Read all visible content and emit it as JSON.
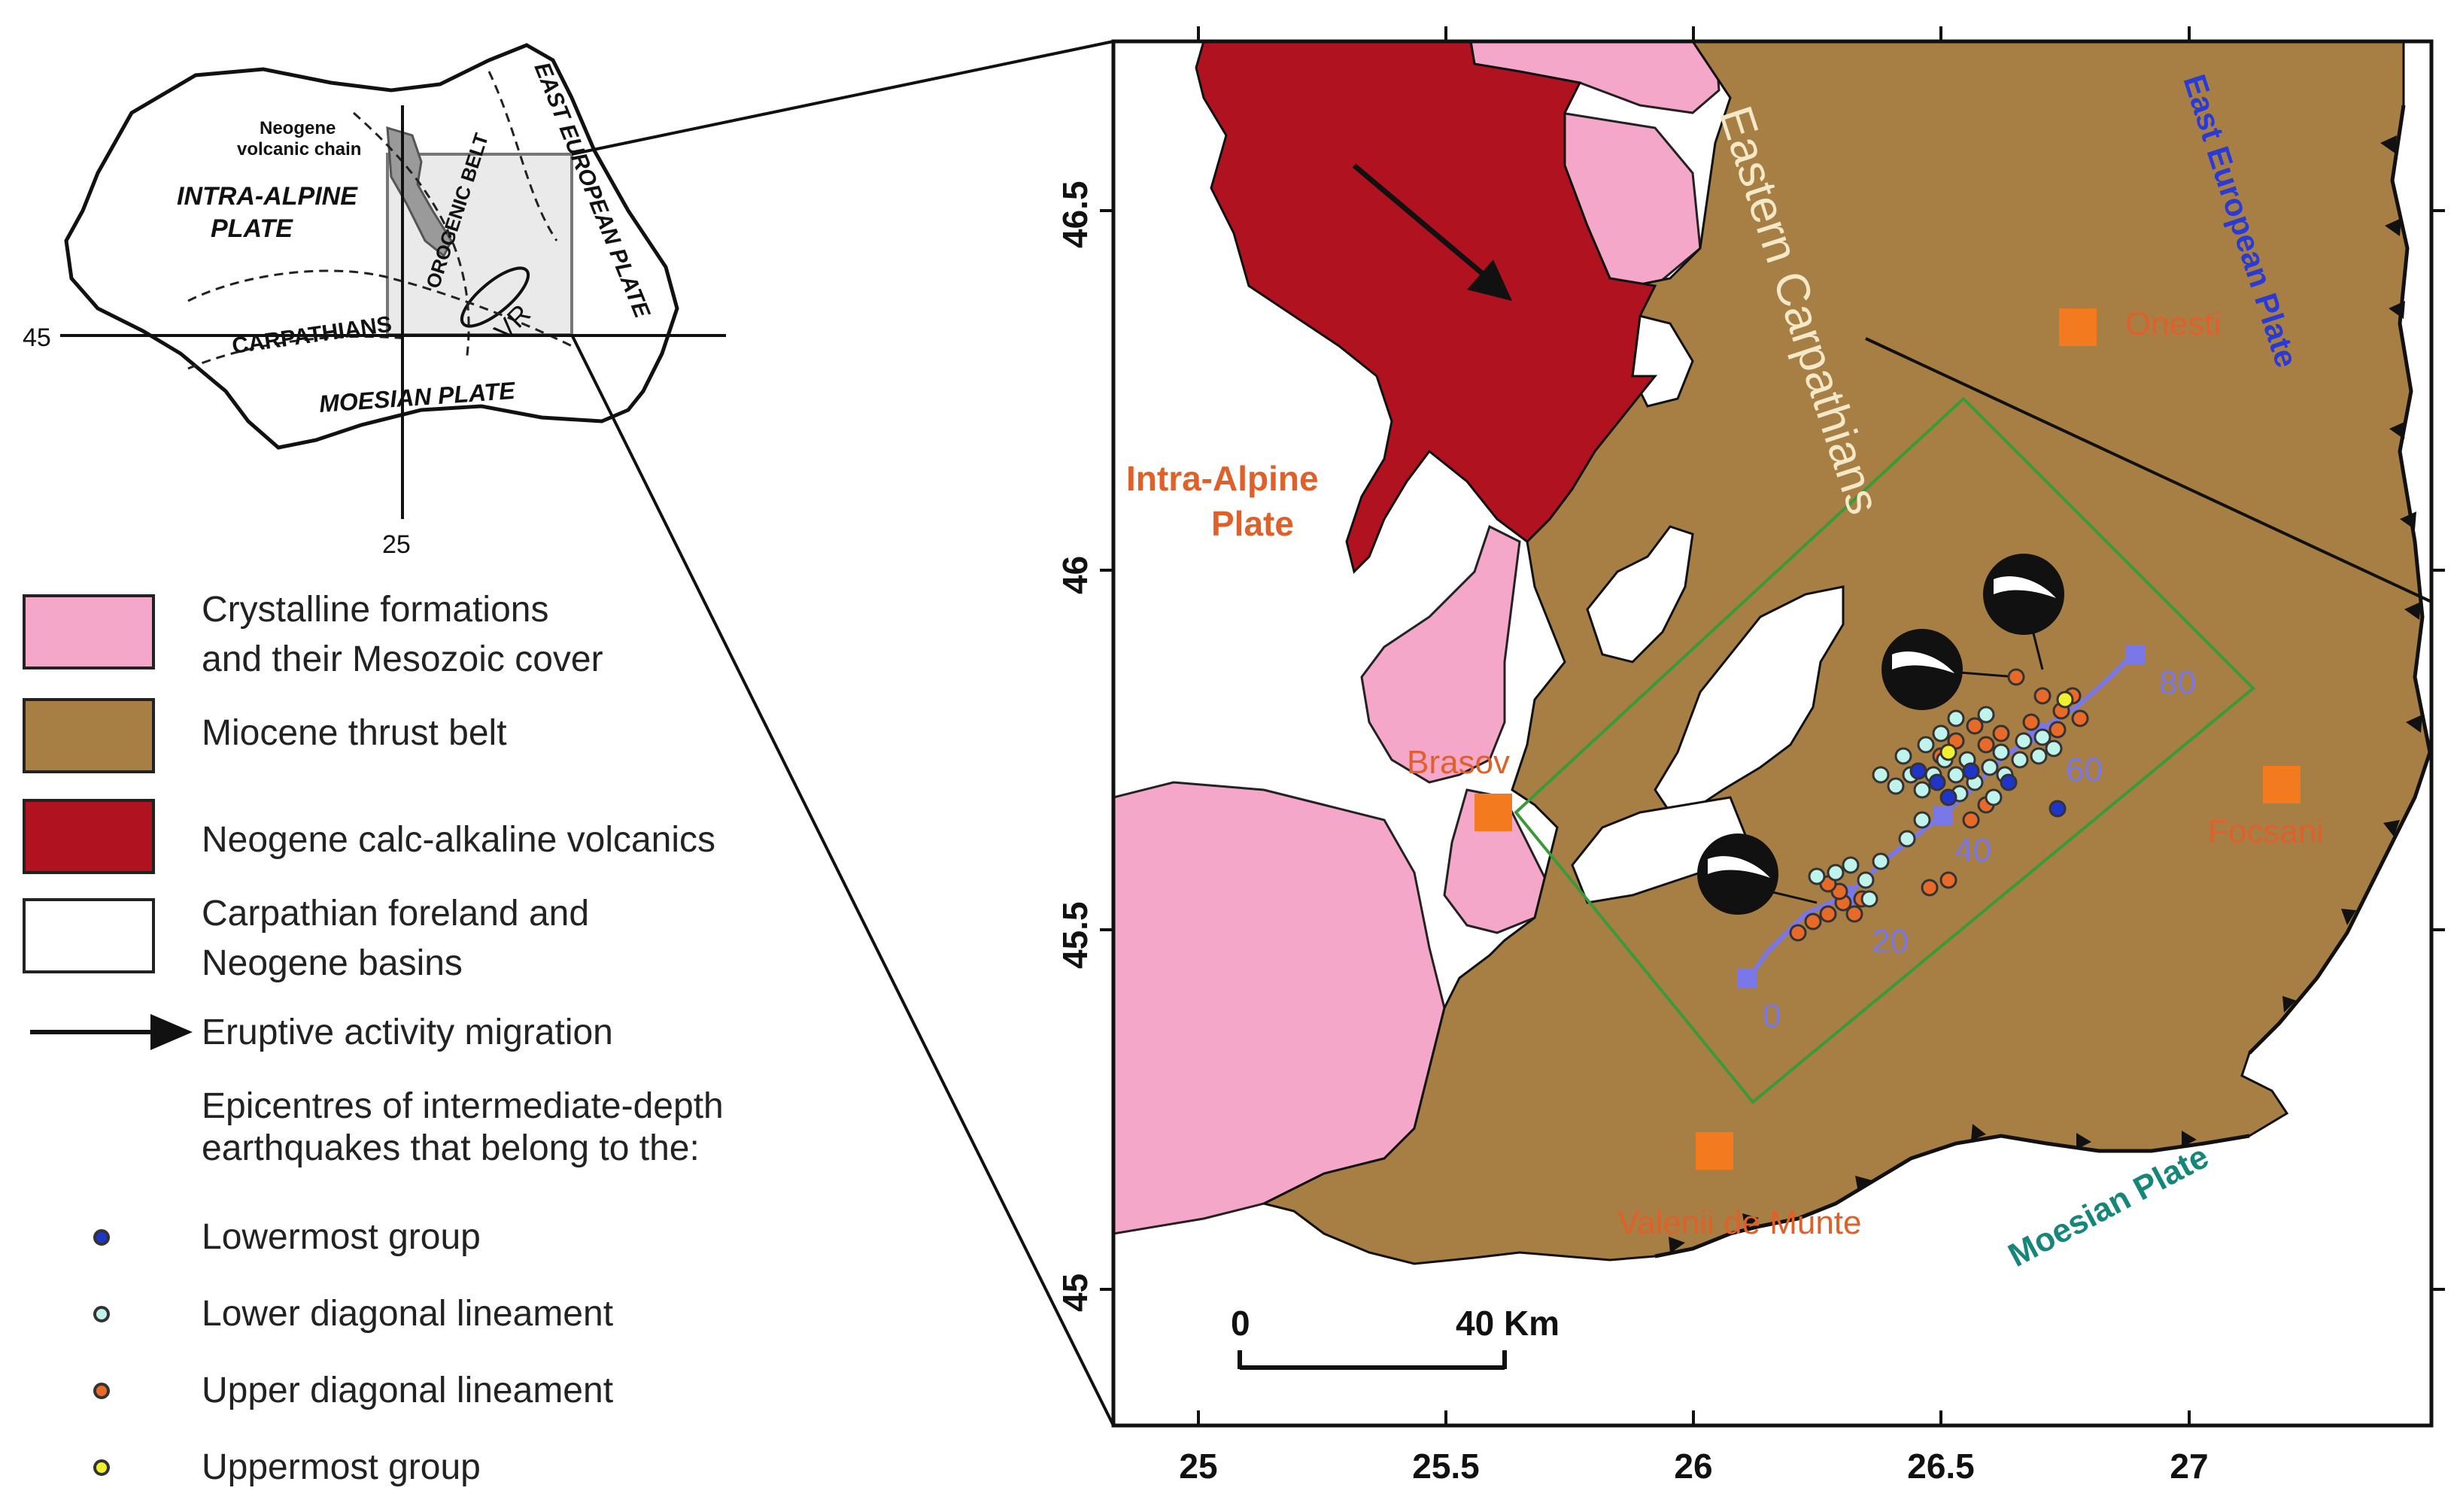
{
  "inset": {
    "labels": {
      "neogene_volcanic_chain": [
        "Neogene",
        "volcanic chain"
      ],
      "intra_alpine_plate": [
        "INTRA-ALPINE",
        "PLATE"
      ],
      "east_european_plate": "EAST EUROPEAN PLATE",
      "orogenic_belt": "OROGENIC BELT",
      "carpathians": "CARPATHIANS",
      "vr": "VR",
      "moesian_plate": "MOESIAN PLATE",
      "lat_45": "45",
      "lon_25": "25"
    }
  },
  "map": {
    "x_ticks": [
      "25",
      "25.5",
      "26",
      "26.5",
      "27"
    ],
    "y_ticks": [
      "46.5",
      "46",
      "45.5",
      "45"
    ],
    "labels": {
      "eastern_carpathians": "Eastern Carpathians",
      "east_european_plate": "East European Plate",
      "intra_alpine_plate": [
        "Intra-Alpine",
        "Plate"
      ],
      "moesian_plate": "Moesian Plate"
    },
    "cities": {
      "brasov": "Brasov",
      "onesti": "Onesti",
      "focsani": "Focsani",
      "valenii": "Valenii de Munte"
    },
    "profile_ticks": [
      "0",
      "20",
      "40",
      "60",
      "80"
    ],
    "scale_bar": {
      "start": "0",
      "end": "40 Km"
    }
  },
  "legend": {
    "crystalline": [
      "Crystalline formations",
      "and their Mesozoic cover"
    ],
    "miocene": "Miocene thrust belt",
    "neogene_volcanics": "Neogene calc-alkaline volcanics",
    "foreland": [
      "Carpathian foreland and",
      "Neogene basins"
    ],
    "eruptive": "Eruptive activity migration",
    "epicentres_title": [
      "Epicentres of intermediate-depth",
      "earthquakes that belong to the:"
    ],
    "lowermost": "Lowermost group",
    "lower_diag": "Lower diagonal lineament",
    "upper_diag": "Upper diagonal lineament",
    "uppermost": "Uppermost group"
  },
  "colors": {
    "crystalline": "#f4a7c9",
    "miocene": "#a77f45",
    "volcanics": "#b0121f",
    "foreland": "#ffffff",
    "city_square": "#f47a20",
    "city_text": "#e0602a",
    "profile": "#7a78e8",
    "box": "#3a9a3a",
    "east_plate": "#2a3ad6",
    "moesian": "#17867a",
    "lowermost": "#1f35c8",
    "lower_diag": "#bff4ec",
    "upper_diag": "#e86a28",
    "uppermost": "#f0f030"
  }
}
